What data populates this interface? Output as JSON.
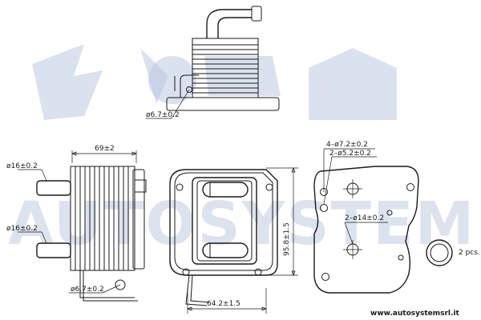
{
  "watermark": {
    "brand": "AUTOSYSTEM"
  },
  "website": "www.autosystemsrl.it",
  "labels": {
    "top_hole": "ø6.7±0.2",
    "width_69": "69±2",
    "port_top": "ø16±0.2",
    "port_bottom": "ø16±0.2",
    "side_hole": "ø6.7±0.2",
    "height": "95.8±1.5",
    "width_64": "64.2±1.5",
    "holes_72": "4–ø7.2±0.2",
    "holes_52": "2–ø5.2±0.2",
    "holes_14": "2–ø14±0.2",
    "seal_qty": "2 pcs."
  },
  "colors": {
    "line": "#1a1a1a",
    "watermark": "#bcc8e2"
  }
}
